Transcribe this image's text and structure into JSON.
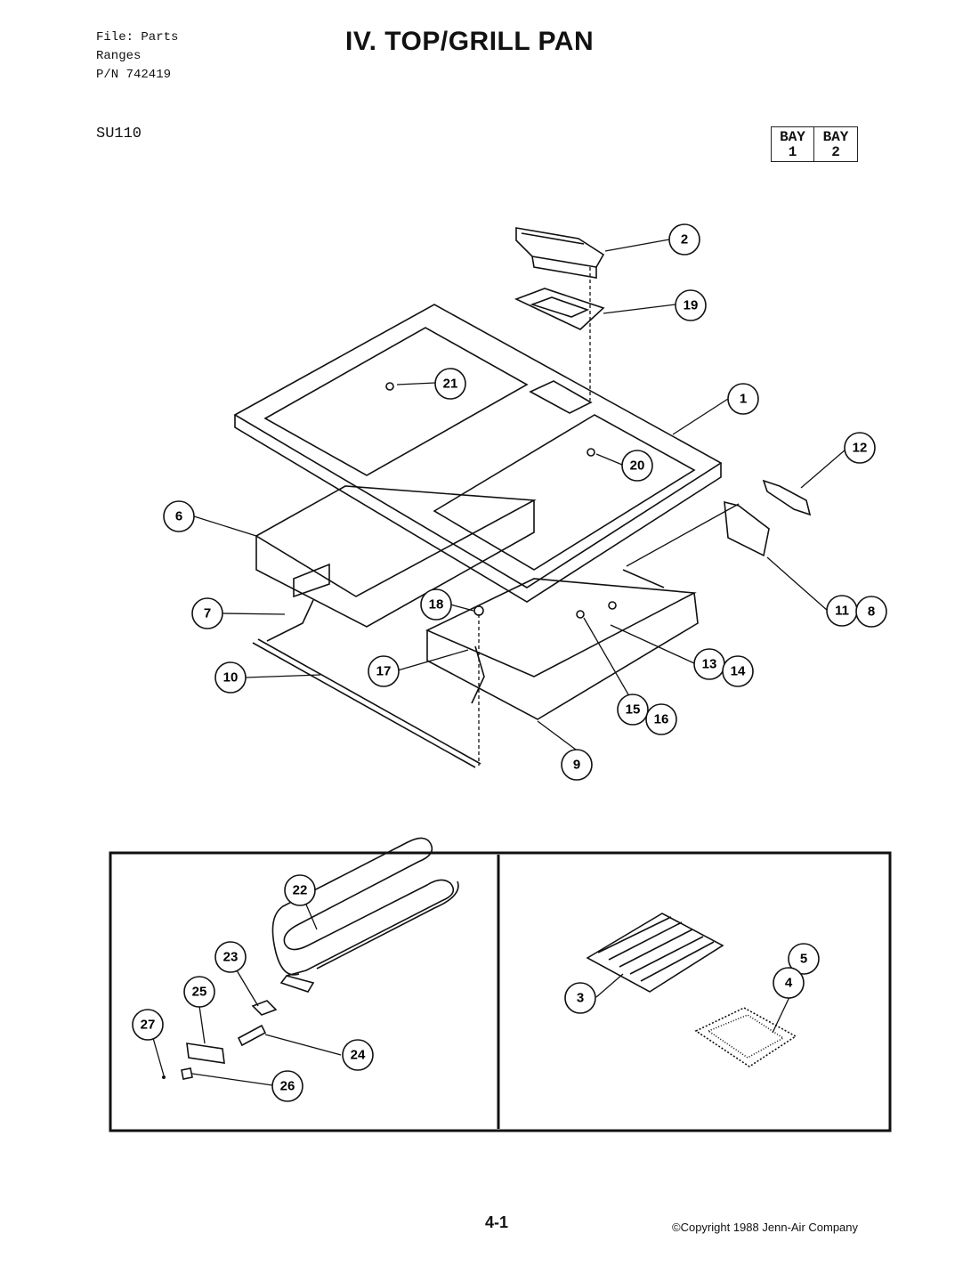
{
  "header": {
    "file_line": "File: Parts",
    "ranges_line": "Ranges",
    "pn_line": "P/N 742419",
    "model": "SU110",
    "title": "IV. TOP/GRILL PAN"
  },
  "bay_box": [
    {
      "line1": "BAY",
      "line2": "1"
    },
    {
      "line1": "BAY",
      "line2": "2"
    }
  ],
  "callouts": [
    "2",
    "19",
    "21",
    "1",
    "20",
    "12",
    "6",
    "11",
    "8",
    "7",
    "18",
    "13",
    "14",
    "10",
    "17",
    "15",
    "16",
    "9",
    "22",
    "23",
    "25",
    "27",
    "24",
    "26",
    "3",
    "5",
    "4"
  ],
  "footer": {
    "page_number": "4-1",
    "copyright": "©Copyright 1988 Jenn-Air Company"
  }
}
